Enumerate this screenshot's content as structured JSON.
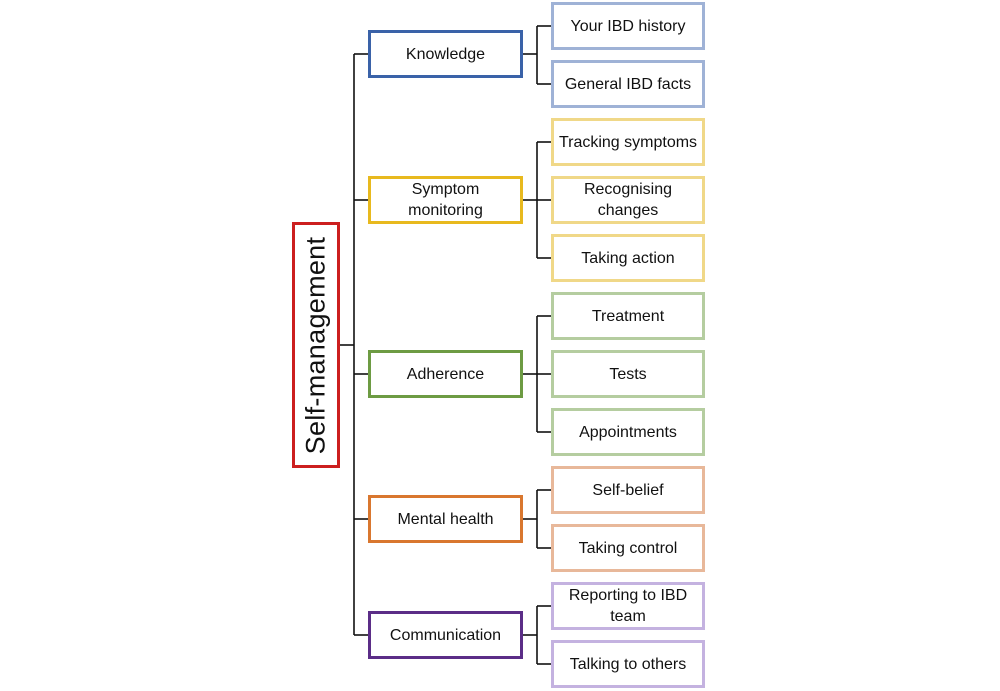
{
  "root": {
    "label": "Self-management",
    "color": "#cc1f1f"
  },
  "categories": [
    {
      "label": "Knowledge",
      "color": "#3a62a8",
      "leaf_color": "#9fb2d6",
      "items": [
        "Your IBD history",
        "General IBD facts"
      ]
    },
    {
      "label": "Symptom monitoring",
      "color": "#e8b91e",
      "leaf_color": "#f0d888",
      "items": [
        "Tracking symptoms",
        "Recognising changes",
        "Taking action"
      ]
    },
    {
      "label": "Adherence",
      "color": "#6d9b43",
      "leaf_color": "#b5cda0",
      "items": [
        "Treatment",
        "Tests",
        "Appointments"
      ]
    },
    {
      "label": "Mental health",
      "color": "#d9772f",
      "leaf_color": "#e8b89a",
      "items": [
        "Self-belief",
        "Taking control"
      ]
    },
    {
      "label": "Communication",
      "color": "#5b2d87",
      "leaf_color": "#c4b2e0",
      "items": [
        "Reporting to IBD team",
        "Talking to others"
      ]
    }
  ]
}
